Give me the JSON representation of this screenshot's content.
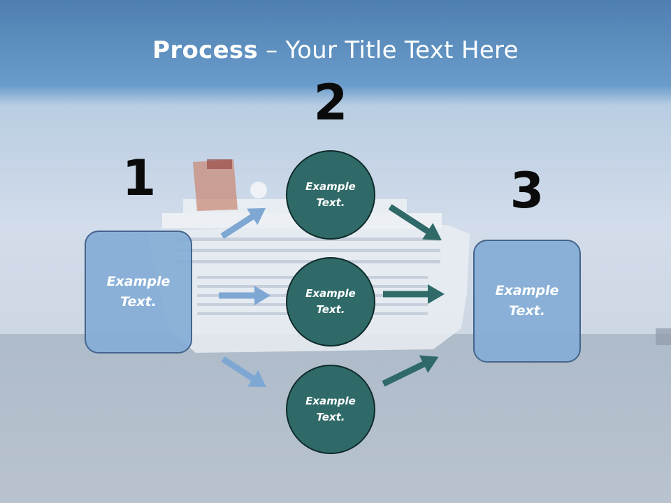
{
  "title": {
    "bold": "Process",
    "rest": " – Your Title Text Here"
  },
  "steps": {
    "one": "1",
    "two": "2",
    "three": "3"
  },
  "left_box": {
    "line1": "Example",
    "line2": "Text."
  },
  "right_box": {
    "line1": "Example",
    "line2": "Text."
  },
  "circles": [
    {
      "line1": "Example",
      "line2": "Text."
    },
    {
      "line1": "Example",
      "line2": "Text."
    },
    {
      "line1": "Example",
      "line2": "Text."
    }
  ],
  "colors": {
    "light_arrow": "#7ea7d4",
    "dark_arrow": "#2f6a68",
    "box_fill": "#84acd6",
    "circle_fill": "#2f6a68"
  },
  "icons": [
    "cruise-ship-background"
  ]
}
